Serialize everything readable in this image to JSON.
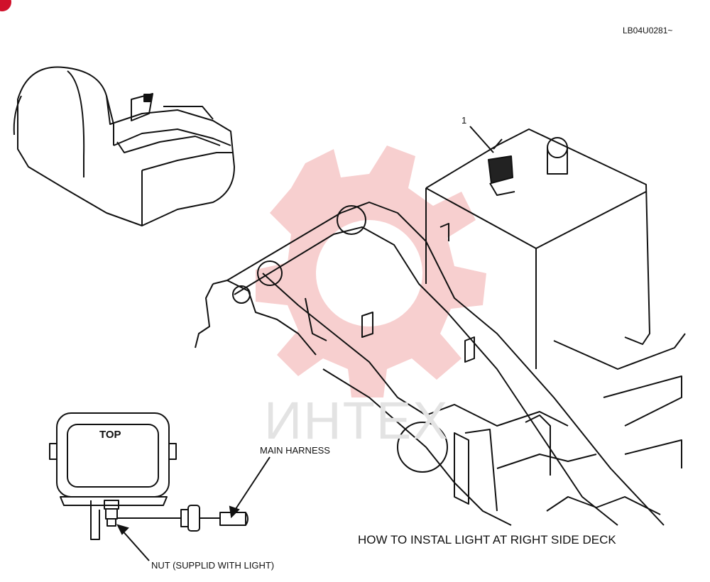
{
  "drawing_code": "LB04U0281~",
  "callout_number": "1",
  "lamp_face_label": "TOP",
  "harness_label": "MAIN HARNESS",
  "nut_label": "NUT (SUPPLID WITH LIGHT)",
  "caption": "HOW TO INSTAL LIGHT AT RIGHT SIDE DECK",
  "watermark_text": "ИНТЕХ",
  "colors": {
    "line": "#111111",
    "watermark_gear": "#f6c7c7",
    "watermark_text": "#e3e3e3",
    "corner_mark": "#d0112b"
  }
}
